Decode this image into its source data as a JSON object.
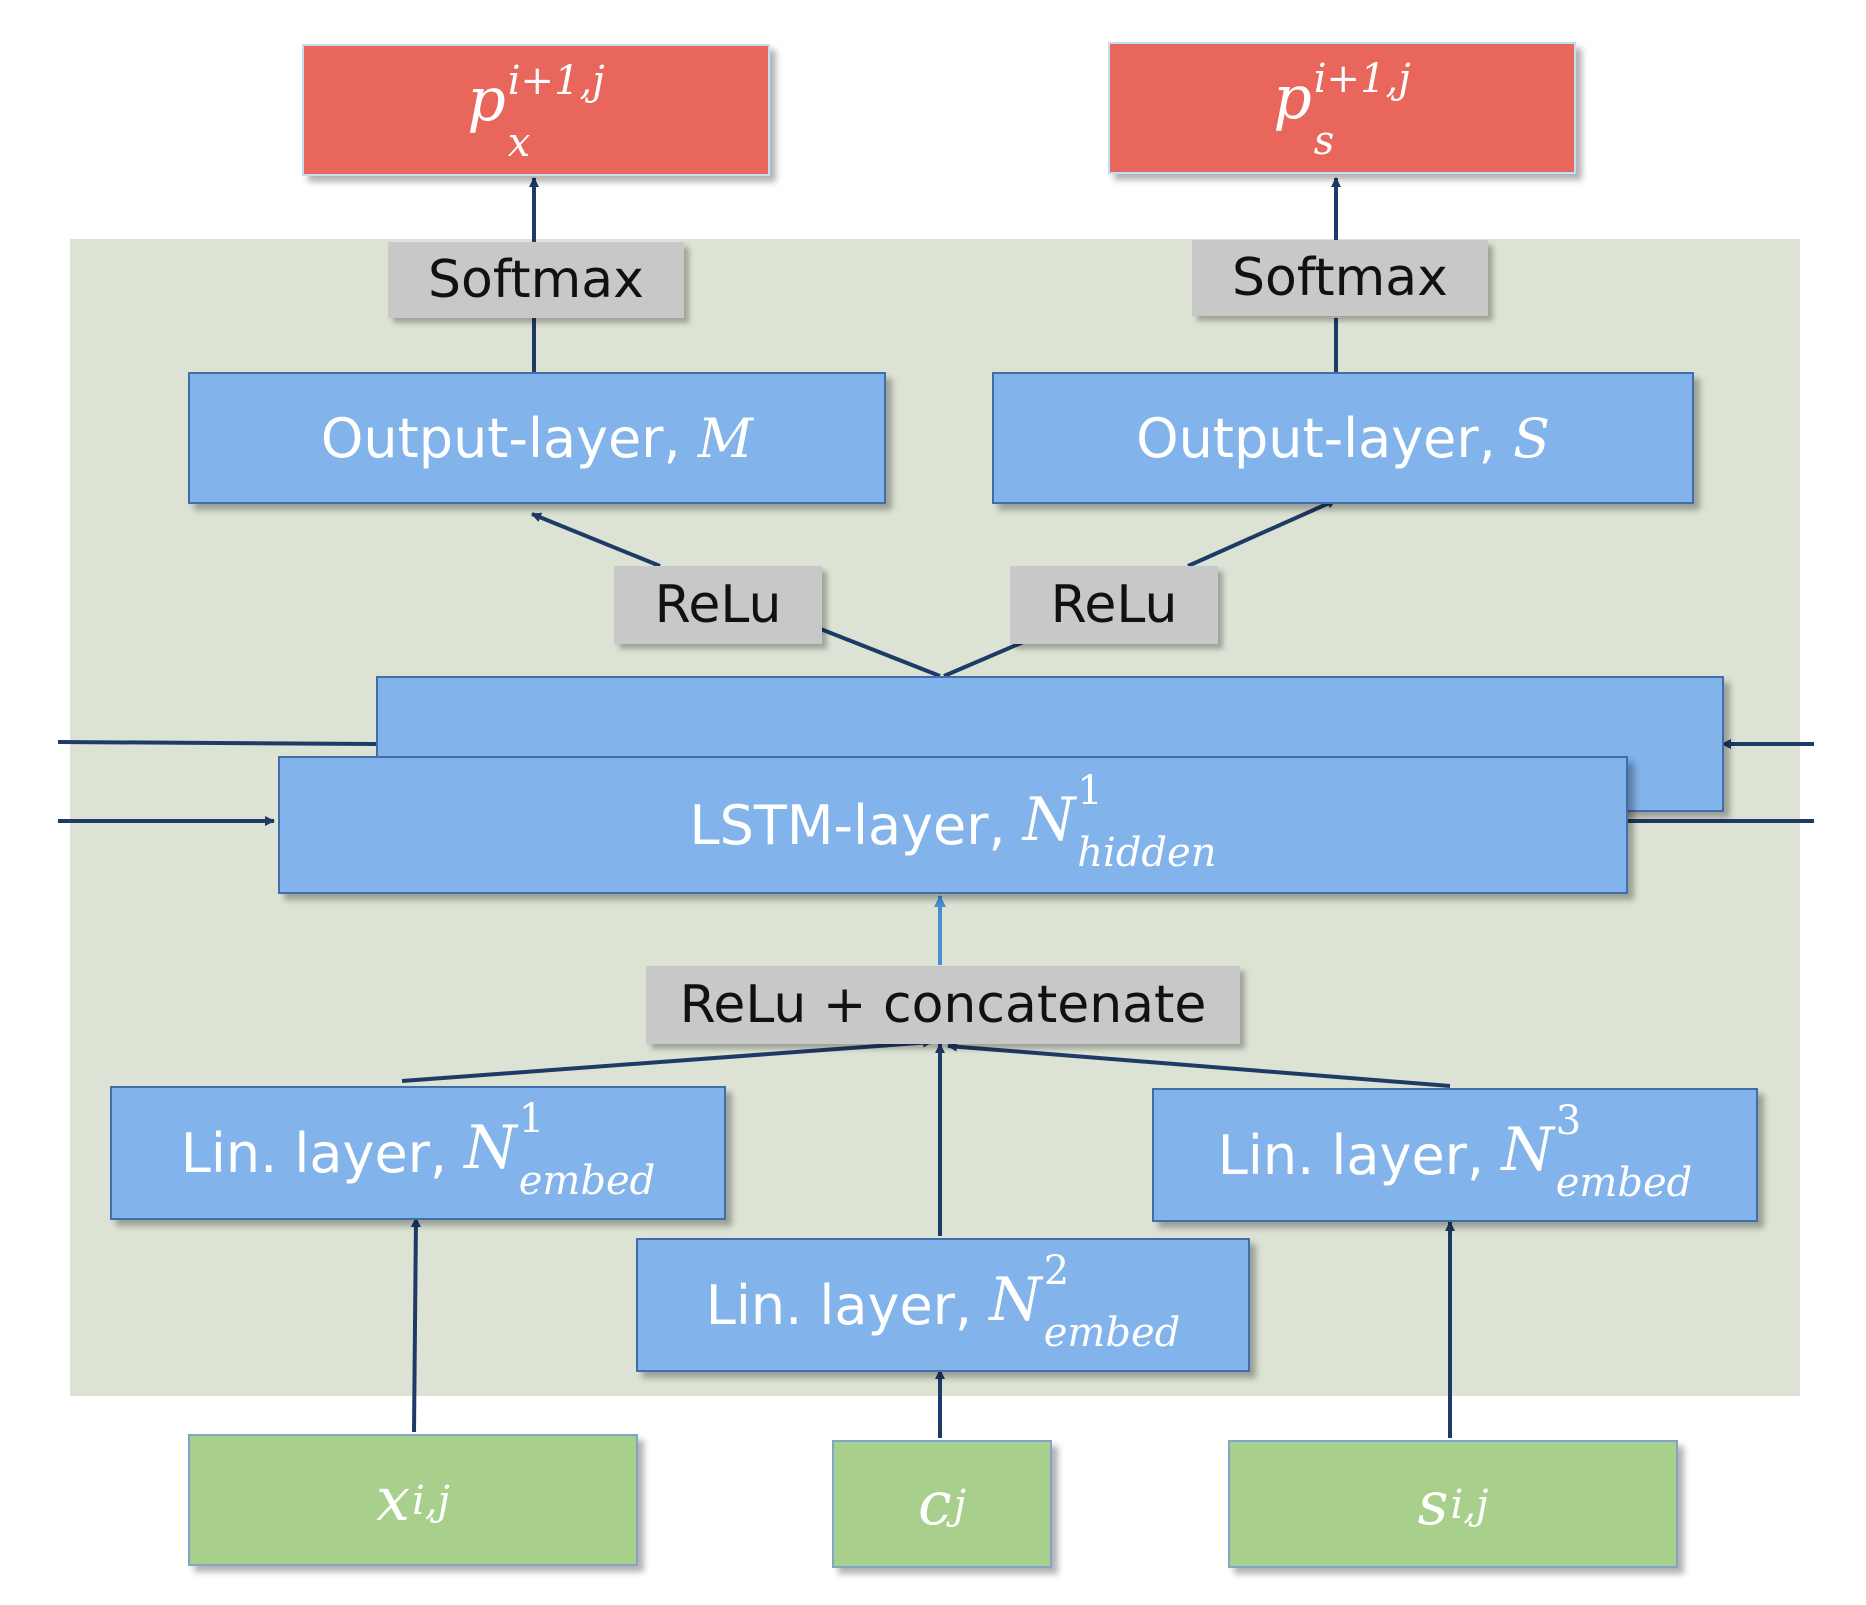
{
  "outputs": {
    "px": {
      "base": "p",
      "sup": "i+1,j",
      "sub": "x"
    },
    "ps": {
      "base": "p",
      "sup": "i+1,j",
      "sub": "s"
    }
  },
  "softmax": {
    "left": "Softmax",
    "right": "Softmax"
  },
  "output_layers": {
    "m": {
      "text": "Output-layer, ",
      "var": "M"
    },
    "s": {
      "text": "Output-layer, ",
      "var": "S"
    }
  },
  "relu": {
    "left": "ReLu",
    "right": "ReLu"
  },
  "lstm": {
    "text": "LSTM-layer, ",
    "var": "N",
    "sup": "1",
    "sub": "hidden"
  },
  "concat": {
    "text": "ReLu + concatenate"
  },
  "embed_layers": {
    "one": {
      "text": "Lin. layer, ",
      "var": "N",
      "sup": "1",
      "sub": "embed"
    },
    "two": {
      "text": "Lin. layer, ",
      "var": "N",
      "sup": "2",
      "sub": "embed"
    },
    "three": {
      "text": "Lin. layer, ",
      "var": "N",
      "sup": "3",
      "sub": "embed"
    }
  },
  "inputs": {
    "x": {
      "base": "x",
      "sup": "i,j"
    },
    "c": {
      "base": "c",
      "sup": "j"
    },
    "s": {
      "base": "s",
      "sup": "i,j"
    }
  },
  "colors": {
    "output": "#e8665c",
    "layer": "#82b3ea",
    "input": "#a8d08c",
    "operation": "#c8c8c8",
    "panel": "#dce3d4",
    "arrow": "#1f3a66"
  }
}
